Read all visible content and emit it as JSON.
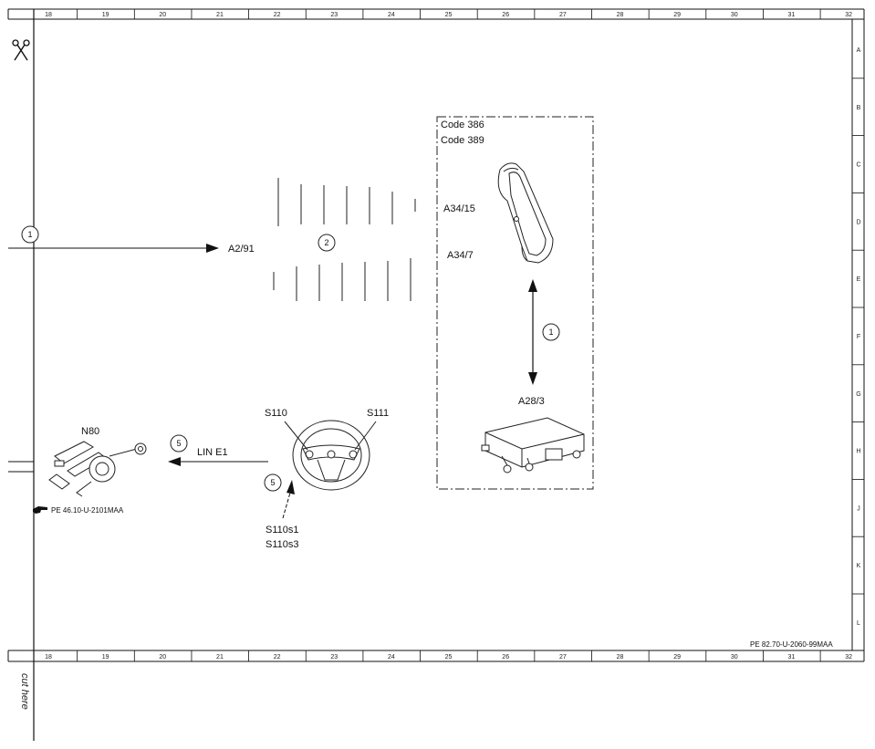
{
  "frame": {
    "columns": [
      "18",
      "19",
      "20",
      "21",
      "22",
      "23",
      "24",
      "25",
      "26",
      "27",
      "28",
      "29",
      "30",
      "31",
      "32"
    ],
    "rows": [
      "A",
      "B",
      "C",
      "D",
      "E",
      "F",
      "G",
      "H",
      "J",
      "K",
      "L"
    ]
  },
  "cut_text": "cut here",
  "diagram": {
    "code_labels": [
      "Code 386",
      "Code 389"
    ],
    "components": {
      "a2_91": "A2/91",
      "a34_15": "A34/15",
      "a34_7": "A34/7",
      "a28_3": "A28/3",
      "n80": "N80",
      "s110": "S110",
      "s111": "S111",
      "s110s1": "S110s1",
      "s110s3": "S110s3"
    },
    "bus_label": "LIN E1",
    "circled_markers": {
      "m1_left": "1",
      "m2": "2",
      "m1_right": "1",
      "m5_bus": "5",
      "m5_switch": "5"
    },
    "references": {
      "n80_ref": "PE 46.10-U-2101MAA",
      "sheet_ref": "PE 82.70-U-2060-99MAA"
    }
  },
  "icons": [
    "scissors-icon",
    "pointing-hand-icon"
  ]
}
